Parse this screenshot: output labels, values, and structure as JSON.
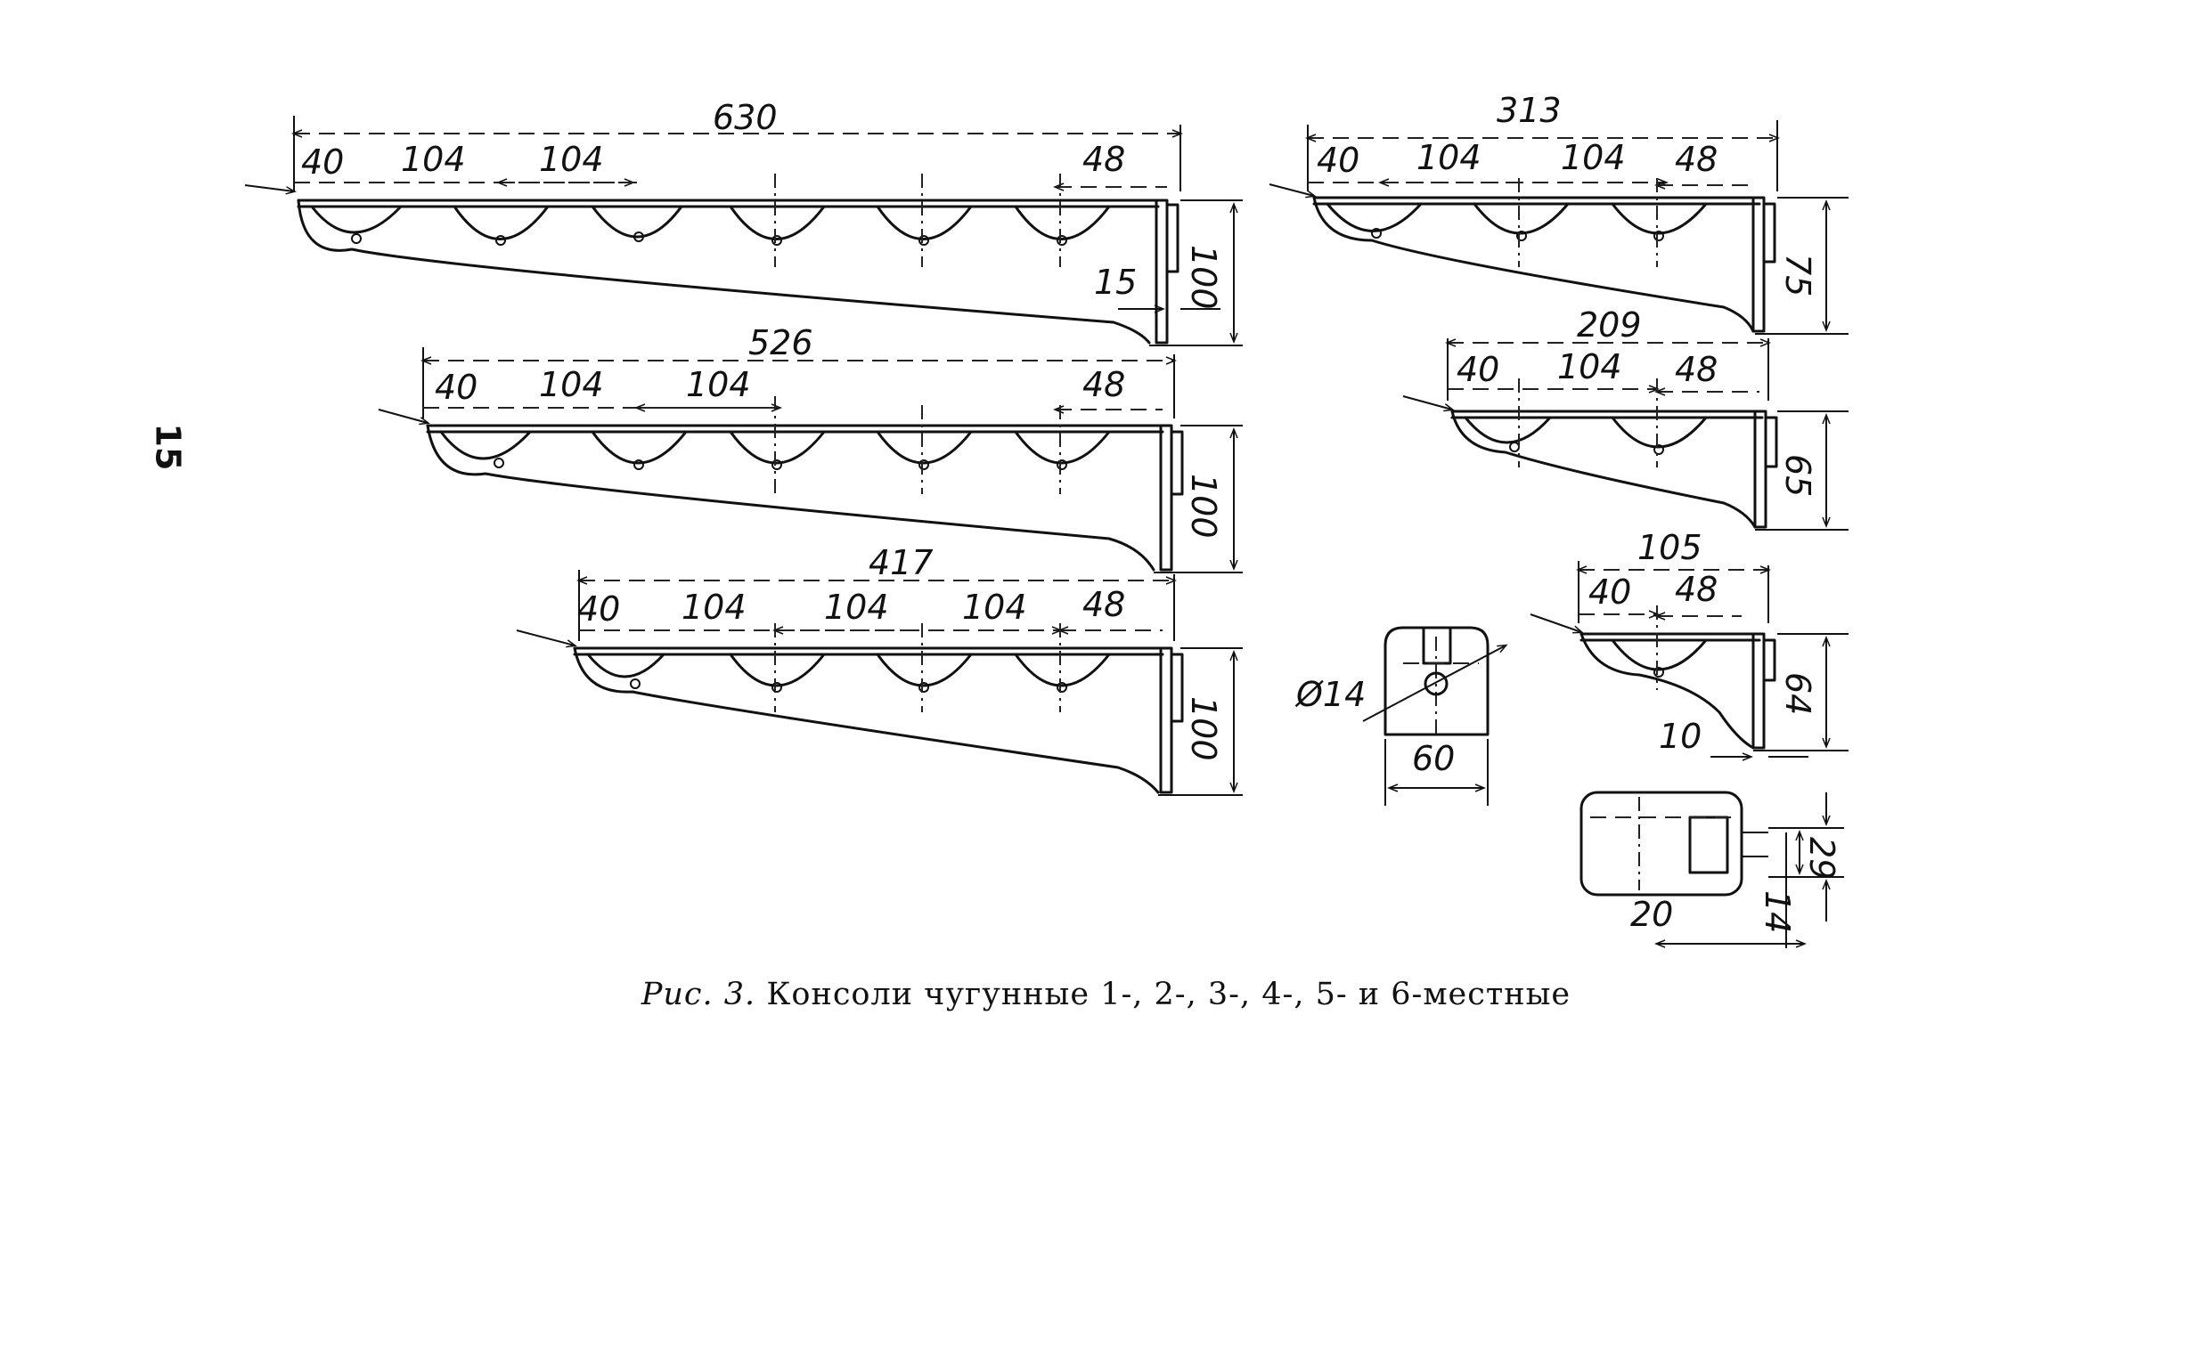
{
  "page_number": "15",
  "caption": {
    "prefix": "Рис. 3.",
    "text": "Консоли чугунные 1-, 2-, 3-, 4-, 5- и 6-местные"
  },
  "consoles": [
    {
      "id": "six-seat",
      "total": "630",
      "start": "40",
      "pitches": [
        "104",
        "104"
      ],
      "end": "48",
      "end_offset": "15",
      "height": "100"
    },
    {
      "id": "five-seat",
      "total": "526",
      "start": "40",
      "pitches": [
        "104",
        "104"
      ],
      "end": "48",
      "height": "100"
    },
    {
      "id": "four-seat",
      "total": "417",
      "start": "40",
      "pitches": [
        "104",
        "104",
        "104"
      ],
      "end": "48",
      "height": "100"
    },
    {
      "id": "three-seat",
      "total": "313",
      "start": "40",
      "pitches": [
        "104",
        "104"
      ],
      "end": "48",
      "height": "75"
    },
    {
      "id": "two-seat",
      "total": "209",
      "start": "40",
      "pitches": [
        "104"
      ],
      "end": "48",
      "height": "65"
    },
    {
      "id": "one-seat",
      "total": "105",
      "start": "40",
      "end": "48",
      "end_offset": "10",
      "height": "64"
    }
  ],
  "mount_plate": {
    "hole": "Ø14",
    "width": "60"
  },
  "plan_view": {
    "length": "20",
    "slot": "29",
    "offset": "14"
  }
}
